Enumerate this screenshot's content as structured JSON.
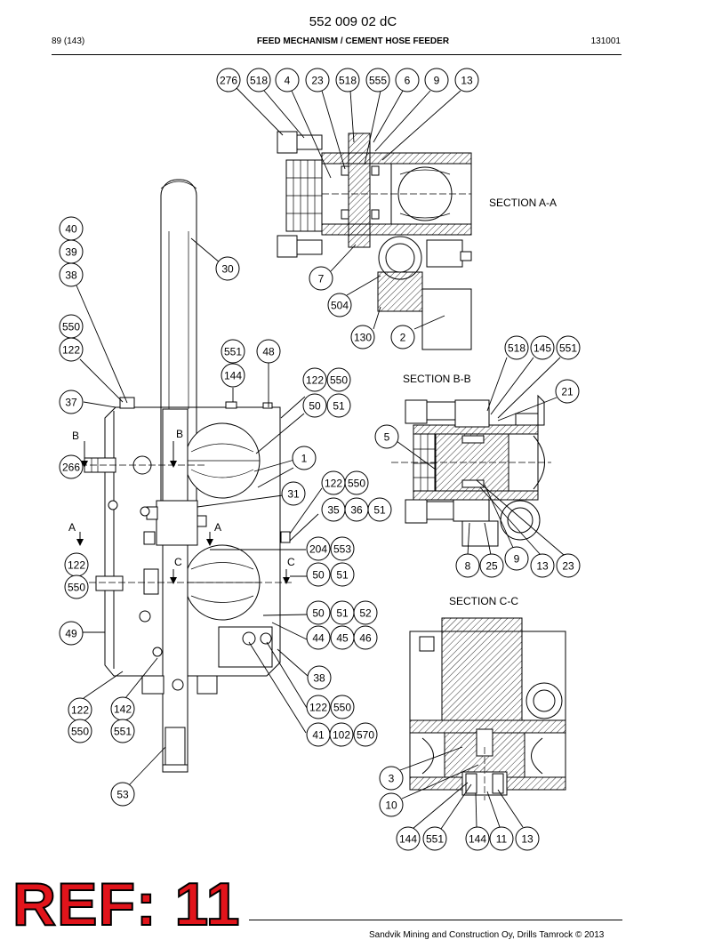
{
  "header": {
    "doc_number": "552 009 02 dC",
    "page": "89 (143)",
    "title": "FEED MECHANISM / CEMENT HOSE FEEDER",
    "code": "131001"
  },
  "sections": {
    "aa": "SECTION A-A",
    "bb": "SECTION B-B",
    "cc": "SECTION C-C"
  },
  "cut_marks": [
    "B",
    "B",
    "A",
    "A",
    "C",
    "C"
  ],
  "callouts": [
    "276",
    "518",
    "4",
    "23",
    "518",
    "555",
    "6",
    "9",
    "13",
    "7",
    "504",
    "130",
    "2",
    "40",
    "39",
    "38",
    "30",
    "550",
    "122",
    "551",
    "144",
    "48",
    "37",
    "122",
    "550",
    "50",
    "51",
    "266",
    "1",
    "31",
    "122",
    "550",
    "35",
    "36",
    "51",
    "204",
    "553",
    "122",
    "550",
    "50",
    "51",
    "50",
    "51",
    "52",
    "49",
    "44",
    "45",
    "46",
    "38",
    "122",
    "550",
    "122",
    "142",
    "550",
    "551",
    "41",
    "102",
    "570",
    "53",
    "518",
    "145",
    "551",
    "21",
    "5",
    "8",
    "25",
    "9",
    "13",
    "23",
    "3",
    "10",
    "144",
    "551",
    "144",
    "11",
    "13"
  ],
  "stamp": "REF: 11",
  "footer": "Sandvik Mining and Construction Oy, Drills Tamrock © 2013"
}
